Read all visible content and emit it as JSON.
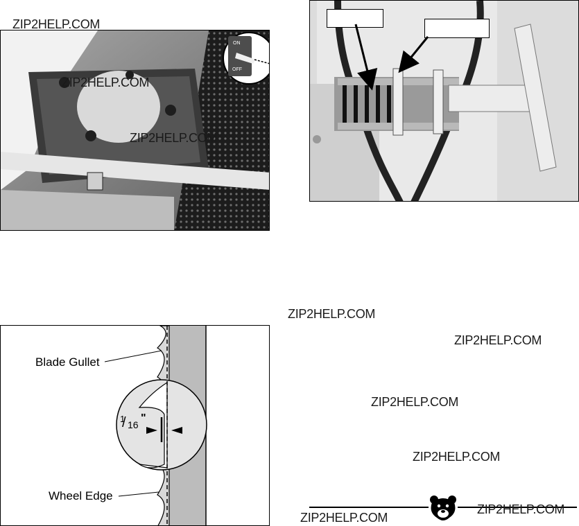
{
  "watermark": "ZIP2HELP.COM",
  "switch_panel": {
    "on_label": "ON",
    "off_label": "OFF"
  },
  "diagram": {
    "blade_gullet_label": "Blade Gullet",
    "wheel_edge_label": "Wheel Edge",
    "fraction_numerator": "1",
    "fraction_denominator": "16",
    "fraction_unit": "\""
  },
  "colors": {
    "line": "#000000",
    "blade_band": "#bcbcbc",
    "magnifier_fill": "#e4e4e4"
  },
  "icons": {
    "footer_logo": "bear-head-icon"
  }
}
